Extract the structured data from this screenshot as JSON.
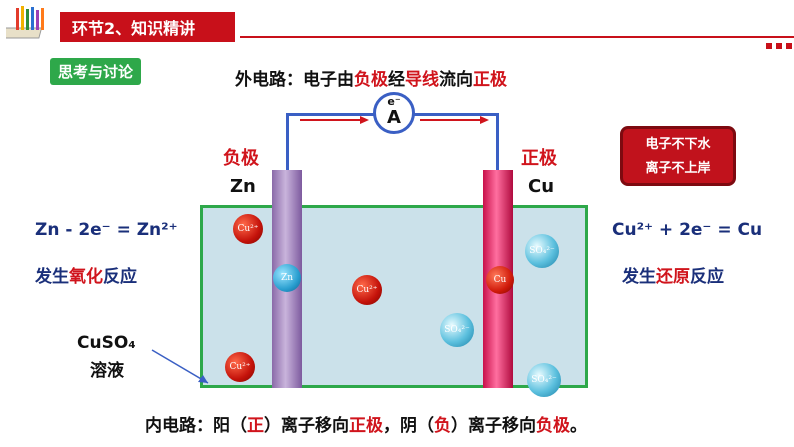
{
  "header": {
    "title": "环节2、知识精讲"
  },
  "tag": "思考与讨论",
  "external_circuit": {
    "prefix": "外电路：电子由",
    "neg": "负极",
    "mid": "经",
    "wire": "导线",
    "flow": "流向",
    "pos": "正极"
  },
  "meter": {
    "electron": "e⁻",
    "letter": "A"
  },
  "left_electrode": {
    "role": "负极",
    "metal": "Zn"
  },
  "right_electrode": {
    "role": "正极",
    "metal": "Cu"
  },
  "left_equation": {
    "text": "Zn - 2e⁻ = Zn²⁺",
    "prefix": "发生",
    "key": "氧化",
    "suffix": "反应"
  },
  "right_equation": {
    "text": "Cu²⁺ + 2e⁻ = Cu",
    "prefix": "发生",
    "key": "还原",
    "suffix": "反应"
  },
  "solution": {
    "formula": "CuSO₄",
    "name": "溶液"
  },
  "ions": {
    "cu": "Cu²⁺",
    "so4": "SO₄²⁻",
    "zn": "Zn",
    "cu_metal": "Cu"
  },
  "stamp": {
    "line1": "电子不下水",
    "line2": "离子不上岸"
  },
  "internal_circuit": {
    "p1": "内电路：阳（",
    "pos1": "正",
    "p2": "）离子移向",
    "pos2": "正极",
    "p3": "，阴（",
    "neg1": "负",
    "p4": "）离子移向",
    "neg2": "负极",
    "p5": "。"
  },
  "colors": {
    "accent": "#c8101a",
    "green": "#2ea84a",
    "wire": "#3a5fc4",
    "solution": "#cbe1ea"
  }
}
